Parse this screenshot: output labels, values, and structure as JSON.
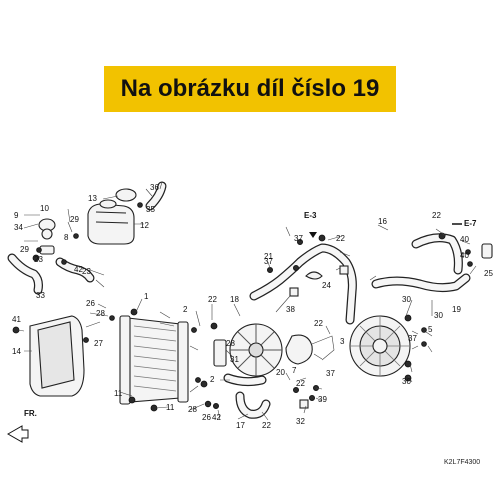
{
  "banner": {
    "text": "Na obrázku díl číslo 19",
    "color": "#f2c200"
  },
  "refs": {
    "e3": "E-3",
    "e7": "E-7",
    "fr": "FR."
  },
  "diagram_code": "K2L7F4300",
  "labels": [
    {
      "id": "p1",
      "text": "1"
    },
    {
      "id": "p2a",
      "text": "2"
    },
    {
      "id": "p2b",
      "text": "2"
    },
    {
      "id": "p3",
      "text": "3"
    },
    {
      "id": "p5",
      "text": "5"
    },
    {
      "id": "p7",
      "text": "7"
    },
    {
      "id": "p8",
      "text": "8"
    },
    {
      "id": "p9",
      "text": "9"
    },
    {
      "id": "p10",
      "text": "10"
    },
    {
      "id": "p11a",
      "text": "11"
    },
    {
      "id": "p11b",
      "text": "11"
    },
    {
      "id": "p12",
      "text": "12"
    },
    {
      "id": "p13",
      "text": "13"
    },
    {
      "id": "p14",
      "text": "14"
    },
    {
      "id": "p16",
      "text": "16"
    },
    {
      "id": "p17",
      "text": "17"
    },
    {
      "id": "p18",
      "text": "18"
    },
    {
      "id": "p19",
      "text": "19"
    },
    {
      "id": "p20",
      "text": "20"
    },
    {
      "id": "p21",
      "text": "21"
    },
    {
      "id": "p22a",
      "text": "22"
    },
    {
      "id": "p22b",
      "text": "22"
    },
    {
      "id": "p22c",
      "text": "22"
    },
    {
      "id": "p22d",
      "text": "22"
    },
    {
      "id": "p22e",
      "text": "22"
    },
    {
      "id": "p22f",
      "text": "22"
    },
    {
      "id": "p23a",
      "text": "23"
    },
    {
      "id": "p23b",
      "text": "23"
    },
    {
      "id": "p24",
      "text": "24"
    },
    {
      "id": "p25",
      "text": "25"
    },
    {
      "id": "p26a",
      "text": "26"
    },
    {
      "id": "p26b",
      "text": "26"
    },
    {
      "id": "p27",
      "text": "27"
    },
    {
      "id": "p28a",
      "text": "28"
    },
    {
      "id": "p28b",
      "text": "28"
    },
    {
      "id": "p28c",
      "text": "28"
    },
    {
      "id": "p29a",
      "text": "29"
    },
    {
      "id": "p29b",
      "text": "29"
    },
    {
      "id": "p30a",
      "text": "30"
    },
    {
      "id": "p30b",
      "text": "30"
    },
    {
      "id": "p30c",
      "text": "30"
    },
    {
      "id": "p31",
      "text": "31"
    },
    {
      "id": "p32",
      "text": "32"
    },
    {
      "id": "p33",
      "text": "33"
    },
    {
      "id": "p34",
      "text": "34"
    },
    {
      "id": "p35",
      "text": "35"
    },
    {
      "id": "p36",
      "text": "36"
    },
    {
      "id": "p37a",
      "text": "37"
    },
    {
      "id": "p37b",
      "text": "37"
    },
    {
      "id": "p37c",
      "text": "37"
    },
    {
      "id": "p37d",
      "text": "37"
    },
    {
      "id": "p38",
      "text": "38"
    },
    {
      "id": "p39",
      "text": "39"
    },
    {
      "id": "p40a",
      "text": "40"
    },
    {
      "id": "p40b",
      "text": "40"
    },
    {
      "id": "p41",
      "text": "41"
    },
    {
      "id": "p42a",
      "text": "42"
    },
    {
      "id": "p42b",
      "text": "42"
    }
  ]
}
